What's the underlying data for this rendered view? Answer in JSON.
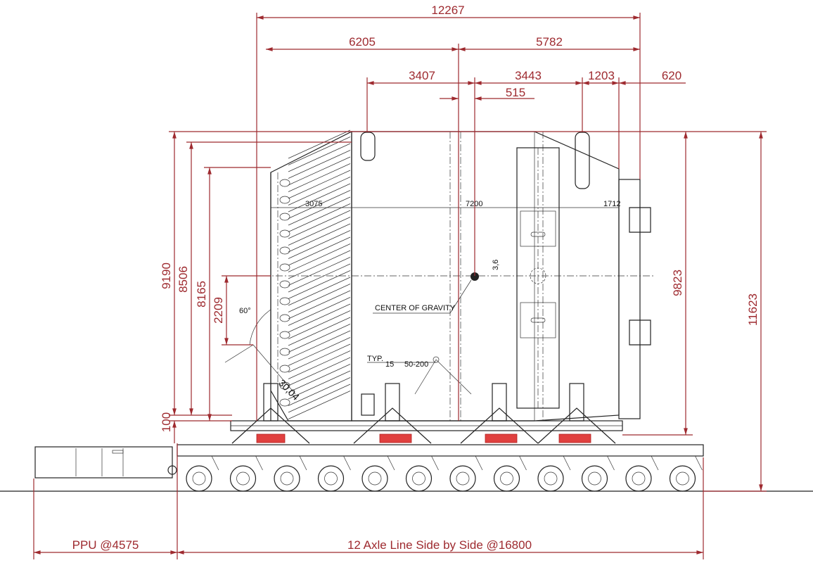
{
  "dimensions": {
    "overall_width": "12267",
    "left_to_cg": "6205",
    "cg_to_right": "5782",
    "d3407": "3407",
    "d3443": "3443",
    "d1203": "1203",
    "d620": "620",
    "d515": "515",
    "h9190": "9190",
    "h8506": "8506",
    "h8165": "8165",
    "h2209": "2209",
    "h100": "100",
    "h9823": "9823",
    "h11623": "11623",
    "d7200": "7200",
    "d1712": "1712",
    "d3075": "3075",
    "d3_6": "3,6",
    "angle": "60°",
    "diag": "30,04"
  },
  "annotations": {
    "center_of_gravity": "CENTER OF GRAVITY",
    "weld_typ": "TYP.",
    "weld_size": "15",
    "weld_pitch": "50-200"
  },
  "transport": {
    "ppu_label": "PPU @4575",
    "axle_label": "12 Axle Line Side by Side @16800",
    "axle_count": 12
  },
  "colors": {
    "dimension": "#9e2a2f",
    "pad": "#e0403f"
  }
}
